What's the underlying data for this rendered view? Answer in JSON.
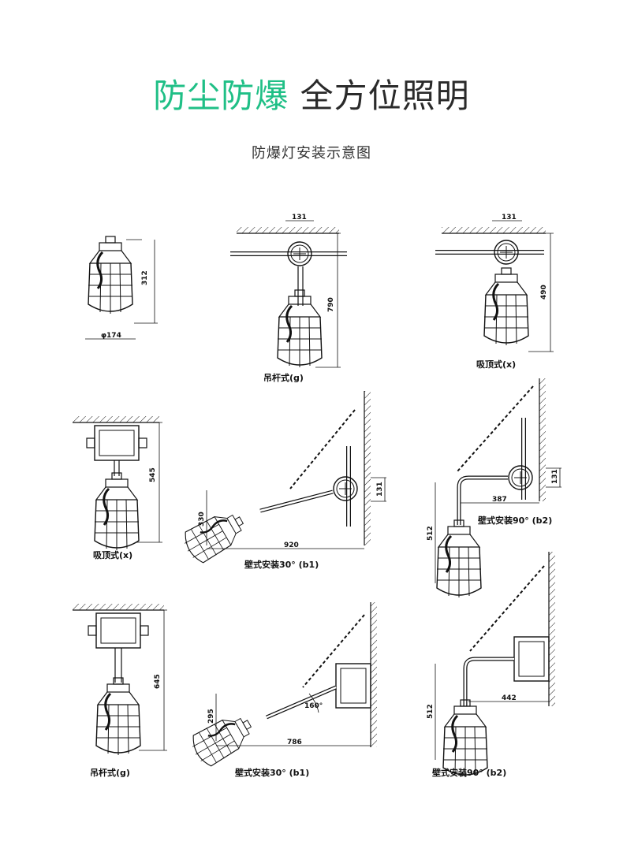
{
  "header": {
    "title_green": "防尘防爆",
    "title_dark": "全方位照明",
    "subtitle": "防爆灯安装示意图"
  },
  "colors": {
    "accent": "#1fbf86",
    "line": "#111111"
  },
  "figures": [
    {
      "dims": [
        "312",
        "φ174"
      ]
    },
    {
      "caption": "吊杆式(g)",
      "dims": [
        "131",
        "790"
      ]
    },
    {
      "caption": "吸顶式(x)",
      "dims": [
        "131",
        "490"
      ]
    },
    {
      "caption": "吸顶式(x)",
      "dims": [
        "545"
      ]
    },
    {
      "caption": "壁式安装30°  (b1)",
      "dims": [
        "131",
        "330",
        "920"
      ]
    },
    {
      "caption": "壁式安装90°  (b2)",
      "dims": [
        "131",
        "387",
        "512"
      ]
    },
    {
      "caption": "吊杆式(g)",
      "dims": [
        "645"
      ]
    },
    {
      "caption": "壁式安装30°  (b1)",
      "dims": [
        "160°",
        "295",
        "786"
      ]
    },
    {
      "caption": "壁式安装90°  (b2)",
      "dims": [
        "442",
        "512"
      ]
    }
  ]
}
